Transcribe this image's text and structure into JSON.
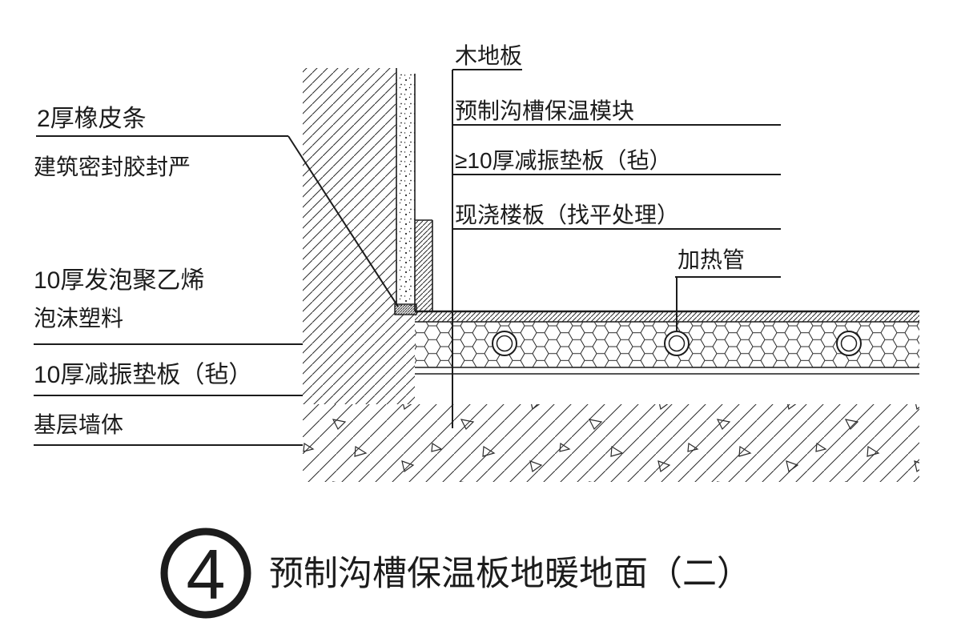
{
  "colors": {
    "ink": "#1c1c1c",
    "background": "#ffffff"
  },
  "callouts_right": [
    {
      "text": "木地板"
    },
    {
      "text": "预制沟槽保温模块"
    },
    {
      "text": "≥10厚减振垫板（毡）"
    },
    {
      "text": "现浇楼板（找平处理）"
    }
  ],
  "callout_heating_pipe": {
    "text": "加热管"
  },
  "callouts_left": {
    "rubber_strip": "2厚橡皮条",
    "sealant": "建筑密封胶封严",
    "foam_line1": "10厚发泡聚乙烯",
    "foam_line2": "泡沫塑料",
    "damping_pad": "10厚减振垫板（毡）",
    "base_wall": "基层墙体"
  },
  "title_block": {
    "detail_number": "4",
    "title": "预制沟槽保温板地暖地面（二）"
  }
}
